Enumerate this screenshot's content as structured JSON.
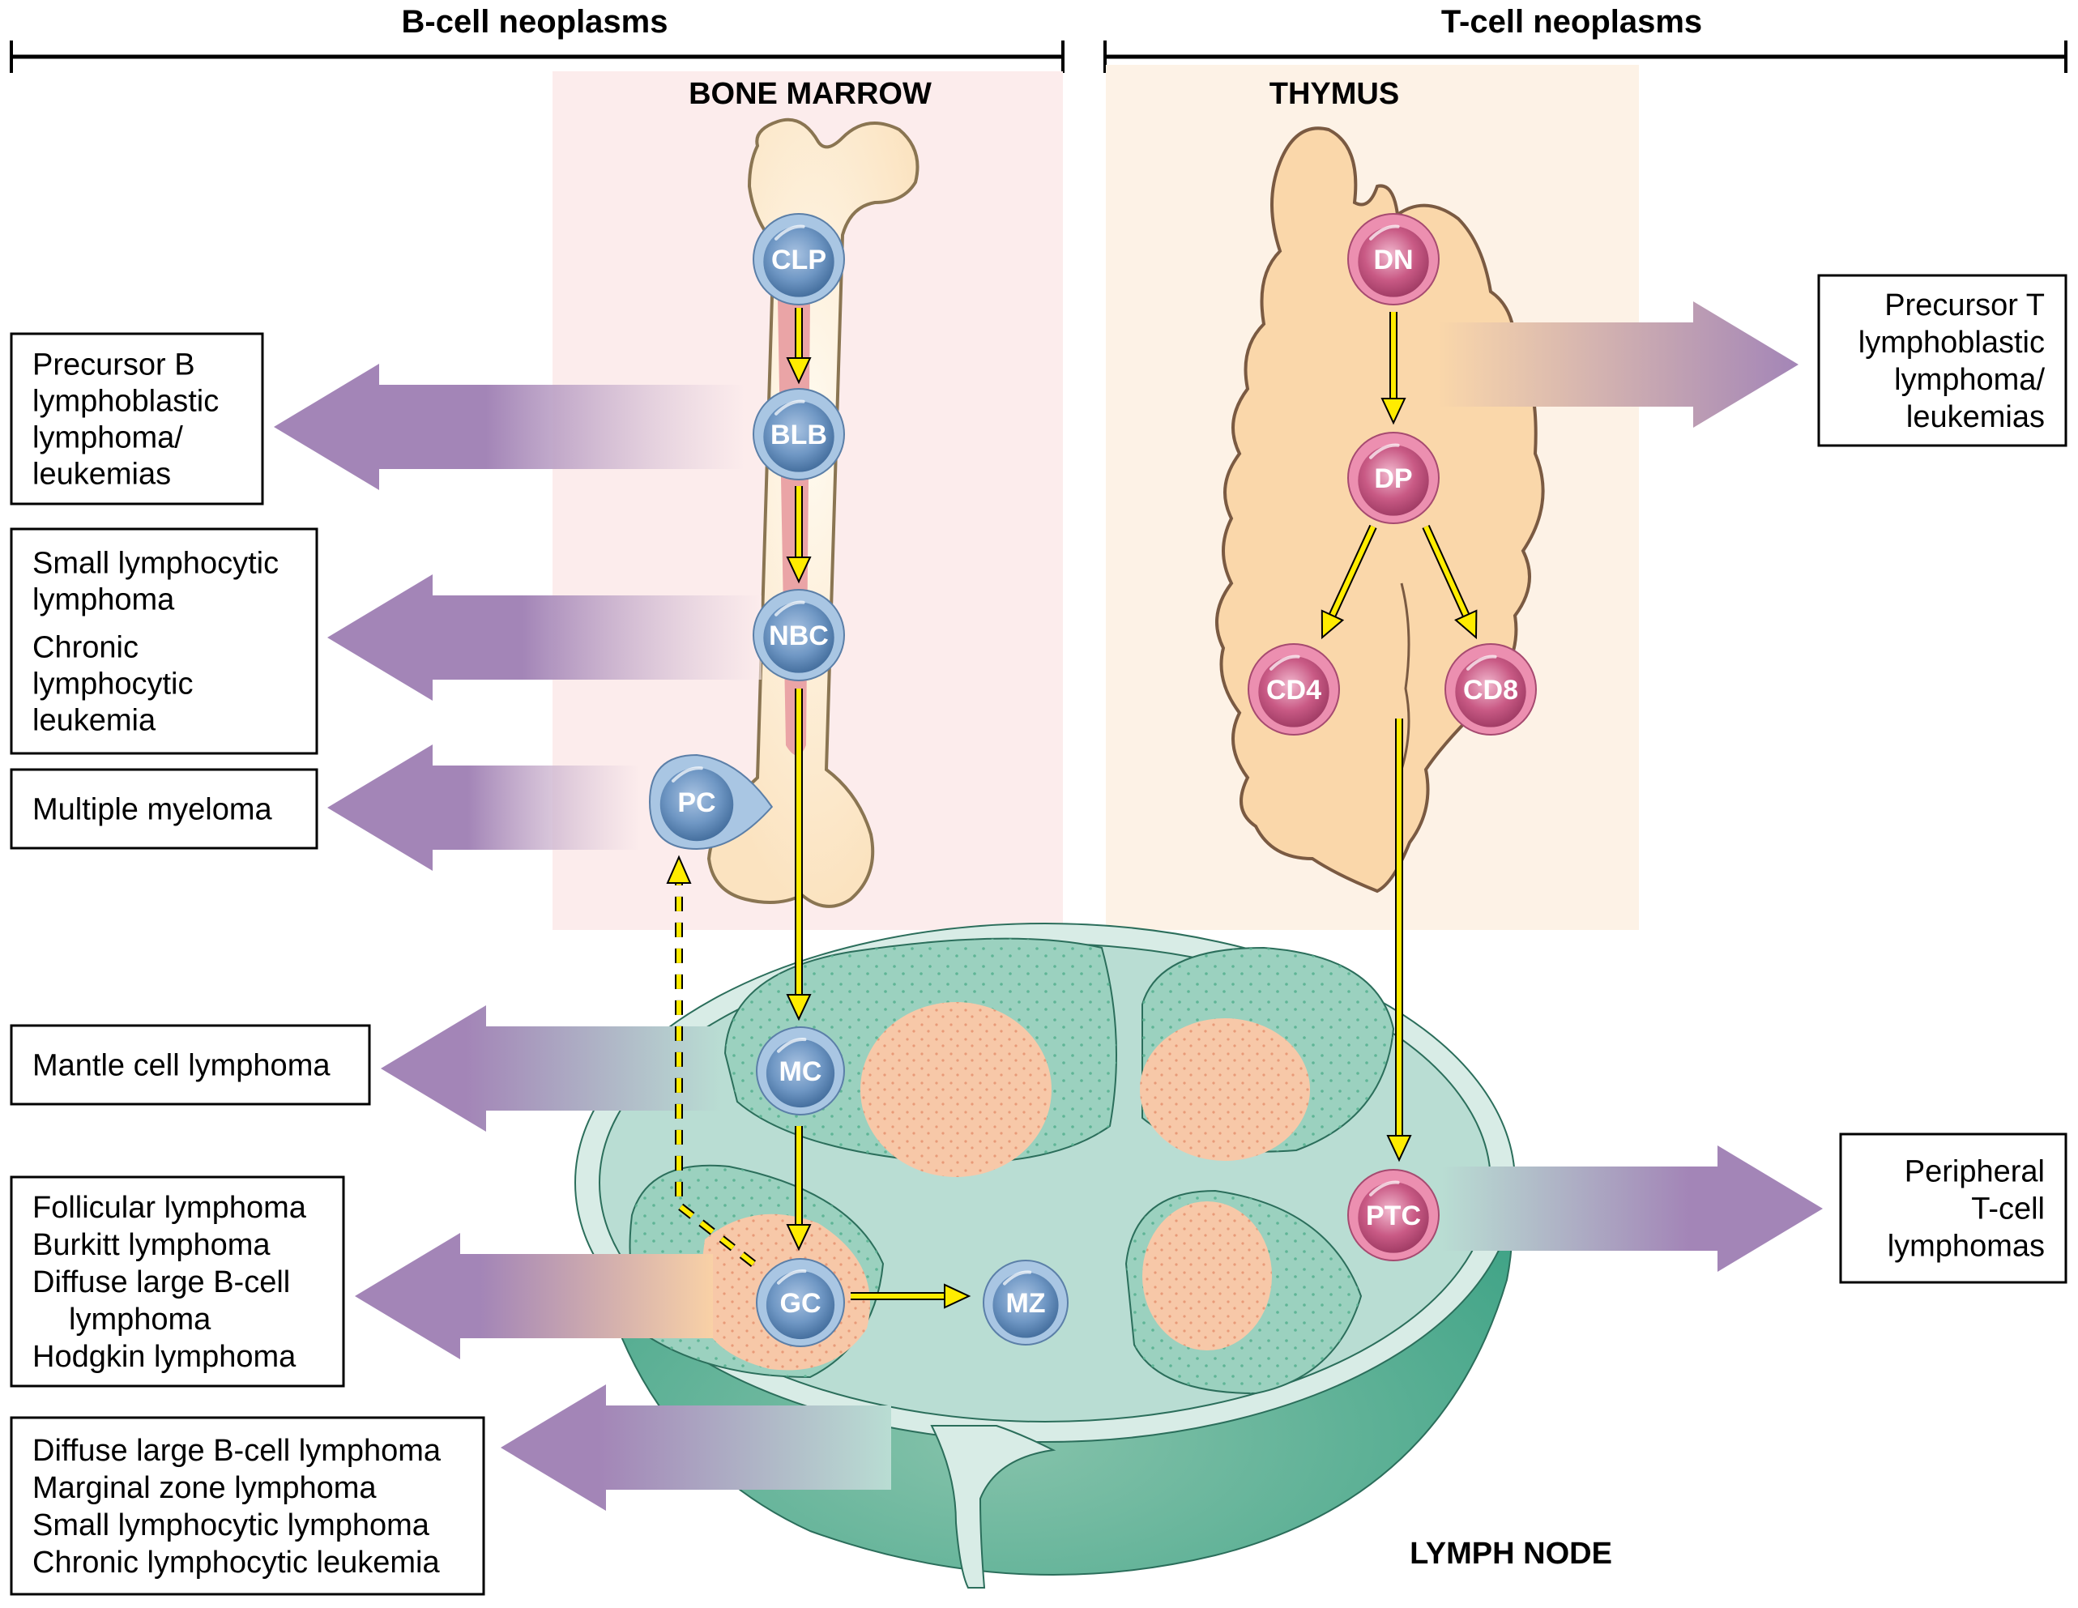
{
  "headers": {
    "b_cell": "B-cell neoplasms",
    "t_cell": "T-cell neoplasms"
  },
  "regions": {
    "bone_marrow": "BONE MARROW",
    "thymus": "THYMUS",
    "lymph_node": "LYMPH NODE"
  },
  "colors": {
    "b_cell": "#6f97c4",
    "t_cell": "#c95a85",
    "flow_arrow": "#ffec00",
    "neoplasm_arrow": "#a385b7",
    "bone_marrow_bg": "#fcecec",
    "thymus_bg": "#fdf2e6",
    "lymph_node": "#3fa386",
    "follicle_center": "#f7c8a8"
  },
  "cells": [
    {
      "id": "CLP",
      "lineage": "B",
      "location": "bone marrow"
    },
    {
      "id": "BLB",
      "lineage": "B",
      "location": "bone marrow"
    },
    {
      "id": "NBC",
      "lineage": "B",
      "location": "bone marrow"
    },
    {
      "id": "PC",
      "lineage": "B",
      "location": "bone marrow"
    },
    {
      "id": "MC",
      "lineage": "B",
      "location": "lymph node"
    },
    {
      "id": "GC",
      "lineage": "B",
      "location": "lymph node"
    },
    {
      "id": "MZ",
      "lineage": "B",
      "location": "lymph node"
    },
    {
      "id": "DN",
      "lineage": "T",
      "location": "thymus"
    },
    {
      "id": "DP",
      "lineage": "T",
      "location": "thymus"
    },
    {
      "id": "CD4",
      "lineage": "T",
      "location": "thymus"
    },
    {
      "id": "CD8",
      "lineage": "T",
      "location": "thymus"
    },
    {
      "id": "PTC",
      "lineage": "T",
      "location": "lymph node"
    }
  ],
  "transitions": [
    {
      "from": "CLP",
      "to": "BLB",
      "style": "solid"
    },
    {
      "from": "BLB",
      "to": "NBC",
      "style": "solid"
    },
    {
      "from": "NBC",
      "to": "MC",
      "style": "solid"
    },
    {
      "from": "MC",
      "to": "GC",
      "style": "solid"
    },
    {
      "from": "GC",
      "to": "MZ",
      "style": "solid"
    },
    {
      "from": "GC",
      "to": "PC",
      "style": "dashed"
    },
    {
      "from": "DN",
      "to": "DP",
      "style": "solid"
    },
    {
      "from": "DP",
      "to": "CD4",
      "style": "solid"
    },
    {
      "from": "DP",
      "to": "CD8",
      "style": "solid"
    },
    {
      "from": "CD4",
      "to": "PTC",
      "style": "solid"
    }
  ],
  "neoplasm_boxes": [
    {
      "id": "precursor-b",
      "source_cell": "BLB",
      "lines": [
        "Precursor B",
        "lymphoblastic",
        "lymphoma/",
        "leukemias"
      ]
    },
    {
      "id": "sll-cll",
      "source_cell": "NBC",
      "lines": [
        "Small lymphocytic",
        "lymphoma",
        "Chronic",
        "lymphocytic",
        "leukemia"
      ]
    },
    {
      "id": "multiple-myeloma",
      "source_cell": "PC",
      "lines": [
        "Multiple myeloma"
      ]
    },
    {
      "id": "mantle-cell",
      "source_cell": "MC",
      "lines": [
        "Mantle cell lymphoma"
      ]
    },
    {
      "id": "germinal-center",
      "source_cell": "GC",
      "lines": [
        "Follicular lymphoma",
        "Burkitt lymphoma",
        "Diffuse large B-cell",
        "lymphoma",
        "Hodgkin lymphoma"
      ]
    },
    {
      "id": "marginal-zone",
      "source_cell": "MZ",
      "lines": [
        "Diffuse large B-cell lymphoma",
        "Marginal zone lymphoma",
        "Small lymphocytic lymphoma",
        "Chronic lymphocytic leukemia"
      ]
    },
    {
      "id": "precursor-t",
      "source_cell": "DN",
      "lines": [
        "Precursor T",
        "lymphoblastic",
        "lymphoma/",
        "leukemias"
      ]
    },
    {
      "id": "peripheral-t",
      "source_cell": "PTC",
      "lines": [
        "Peripheral",
        "T-cell",
        "lymphomas"
      ]
    }
  ]
}
